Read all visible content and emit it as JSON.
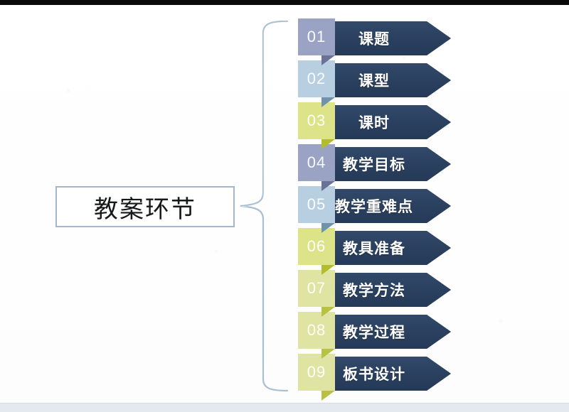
{
  "slide": {
    "title": "教案环节",
    "background_color": "#ffffff",
    "top_bar_color": "#0a0a0a",
    "bottom_bar_color": "#e3e9ef",
    "title_box_border_color": "#9fb6cd",
    "arrow_color": "#2b4160",
    "bracket_color": "#9fb6cd"
  },
  "steps": [
    {
      "number": "01",
      "label": "课题",
      "box_color": "#9aa3c4",
      "fold_color": "#6a7296"
    },
    {
      "number": "02",
      "label": "课型",
      "box_color": "#b7cfe0",
      "fold_color": "#6f93ab"
    },
    {
      "number": "03",
      "label": "课时",
      "box_color": "#dde389",
      "fold_color": "#b3bb2f"
    },
    {
      "number": "04",
      "label": "教学目标",
      "box_color": "#9aa3c4",
      "fold_color": "#6a7296"
    },
    {
      "number": "05",
      "label": "教学重难点",
      "box_color": "#b7cfe0",
      "fold_color": "#6f93ab"
    },
    {
      "number": "06",
      "label": "教具准备",
      "box_color": "#dde389",
      "fold_color": "#b3bb2f"
    },
    {
      "number": "07",
      "label": "教学方法",
      "box_color": "#dfe4a2",
      "fold_color": "#b9c145"
    },
    {
      "number": "08",
      "label": "教学过程",
      "box_color": "#dfe4a2",
      "fold_color": "#b9c145"
    },
    {
      "number": "09",
      "label": "板书设计",
      "box_color": "#dfe4a2",
      "fold_color": "#b9c145"
    }
  ]
}
